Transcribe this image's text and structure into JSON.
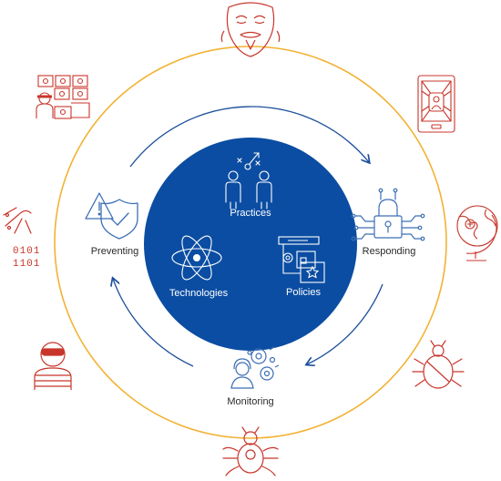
{
  "diagram": {
    "center_labels": {
      "practices": "Practices",
      "technologies": "Technologies",
      "policies": "Policies"
    },
    "cycle_labels": {
      "preventing": "Preventing",
      "responding": "Responding",
      "monitoring": "Monitoring"
    },
    "colors": {
      "outer_ring": "#F2B233",
      "core": "#0B4DA2",
      "arrow": "#1B4E9B",
      "icon_blue": "#3C6FB4",
      "threat_red": "#C8362B"
    },
    "threat_icons": [
      "mask-icon",
      "hacker-desk-icon",
      "locked-phone-icon",
      "infected-globe-icon",
      "bug-icon",
      "spider-bug-icon",
      "thief-icon",
      "binary-code-icon"
    ]
  }
}
